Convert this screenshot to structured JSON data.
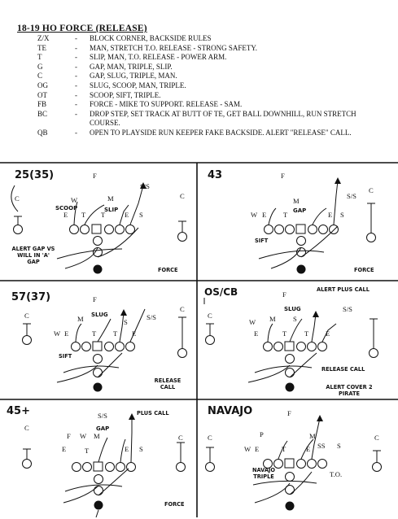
{
  "title": "18-19 HO FORCE (RELEASE)",
  "assignments": [
    {
      "pos": "Z/X",
      "dash": "-",
      "desc": "BLOCK CORNER, BACKSIDE RULES"
    },
    {
      "pos": "TE",
      "dash": "-",
      "desc": "MAN, STRETCH T.O. RELEASE - STRONG SAFETY."
    },
    {
      "pos": "T",
      "dash": "-",
      "desc": "SLIP, MAN, T.O.  RELEASE - POWER ARM."
    },
    {
      "pos": "G",
      "dash": "-",
      "desc": "GAP, MAN, TRIPLE, SLIP."
    },
    {
      "pos": "C",
      "dash": "-",
      "desc": "GAP, SLUG, TRIPLE, MAN."
    },
    {
      "pos": "OG",
      "dash": "-",
      "desc": "SLUG, SCOOP, MAN, TRIPLE."
    },
    {
      "pos": "OT",
      "dash": "-",
      "desc": "SCOOP, SIFT, TRIPLE."
    },
    {
      "pos": "FB",
      "dash": "-",
      "desc": "FORCE - MIKE TO SUPPORT. RELEASE - SAM."
    },
    {
      "pos": "BC",
      "dash": "-",
      "desc": "DROP STEP, SET TRACK AT BUTT OF TE, GET BALL DOWNHILL, RUN STRETCH COURSE."
    },
    {
      "pos": "QB",
      "dash": "-",
      "desc": "OPEN TO PLAYSIDE RUN KEEPER FAKE BACKSIDE. ALERT \"RELEASE\" CALL."
    }
  ],
  "panels": [
    {
      "name": "25(35)",
      "notes": [
        "ALERT GAP VS WILL IN 'A' GAP",
        "FORCE"
      ],
      "labels": [
        "F",
        "S/S",
        "C",
        "C",
        "W",
        "M",
        "E",
        "T",
        "T",
        "E",
        "S",
        "SCOOP",
        "SLIP"
      ]
    },
    {
      "name": "43",
      "notes": [
        "SIFT",
        "FORCE"
      ],
      "labels": [
        "F",
        "S/S",
        "C",
        "M",
        "W",
        "E",
        "T",
        "E",
        "S",
        "GAP"
      ]
    },
    {
      "name": "57(37)",
      "notes": [
        "SIFT",
        "RELEASE CALL"
      ],
      "labels": [
        "F",
        "C",
        "C",
        "M",
        "S",
        "S/S",
        "W",
        "E",
        "T",
        "T",
        "E",
        "SLUG"
      ]
    },
    {
      "name": "OS/CB",
      "notes": [
        "ALERT PLUS CALL",
        "RELEASE CALL",
        "ALERT COVER 2 PIRATE"
      ],
      "labels": [
        "F",
        "C",
        "M",
        "S",
        "S/S",
        "W",
        "E",
        "T",
        "T",
        "E",
        "SLUG"
      ]
    },
    {
      "name": "45+",
      "notes": [
        "PLUS CALL",
        "FORCE"
      ],
      "labels": [
        "S/S",
        "C",
        "C",
        "F",
        "W",
        "M",
        "E",
        "T",
        "E",
        "S",
        "GAP"
      ]
    },
    {
      "name": "NAVAJO",
      "notes": [
        "NAVAJO TRIPLE",
        "T.O."
      ],
      "labels": [
        "F",
        "C",
        "C",
        "P",
        "M",
        "W",
        "E",
        "T",
        "E",
        "SS",
        "S"
      ]
    }
  ]
}
